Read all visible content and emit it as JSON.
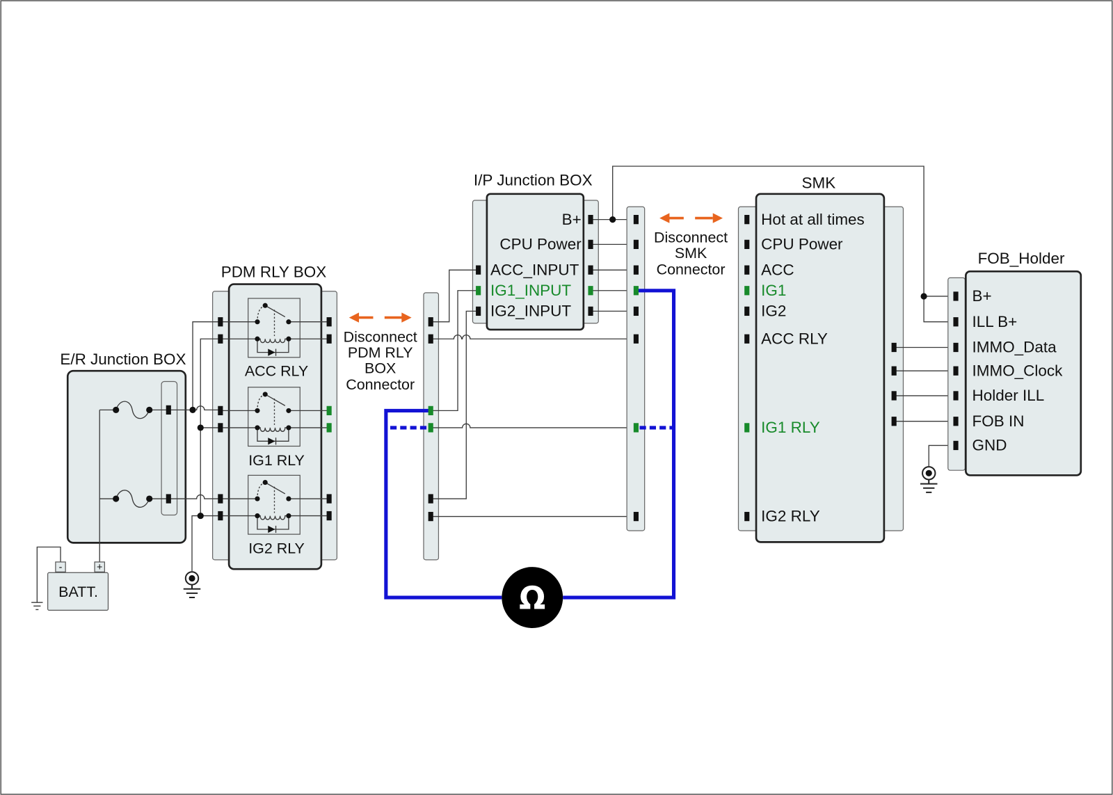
{
  "colors": {
    "box_fill": "#e4ebec",
    "highlight": "#178a2a",
    "meter_lead": "#1212d4",
    "disconnect_arrow": "#e8641e",
    "wire": "#3a3a3a"
  },
  "er_junction_box": {
    "title": "E/R Junction BOX"
  },
  "battery": {
    "label": "BATT.",
    "negative": "-",
    "positive": "+"
  },
  "pdm_rly_box": {
    "title": "PDM RLY BOX",
    "relays": [
      "ACC RLY",
      "IG1 RLY",
      "IG2 RLY"
    ]
  },
  "disconnect_pdm": {
    "lines": [
      "Disconnect",
      "PDM RLY",
      "BOX",
      "Connector"
    ]
  },
  "ip_junction_box": {
    "title": "I/P Junction BOX",
    "pins": [
      "B+",
      "CPU Power",
      "ACC_INPUT",
      "IG1_INPUT",
      "IG2_INPUT"
    ]
  },
  "disconnect_smk": {
    "lines": [
      "Disconnect",
      "SMK",
      "Connector"
    ]
  },
  "smk": {
    "title": "SMK",
    "pins": [
      "Hot at all times",
      "CPU Power",
      "ACC",
      "IG1",
      "IG2",
      "ACC RLY",
      "IG1 RLY",
      "IG2 RLY"
    ]
  },
  "fob_holder": {
    "title": "FOB_Holder",
    "pins": [
      "B+",
      "ILL B+",
      "IMMO_Data",
      "IMMO_Clock",
      "Holder ILL",
      "FOB IN",
      "GND"
    ]
  },
  "ohmmeter": {
    "symbol": "Ω"
  }
}
